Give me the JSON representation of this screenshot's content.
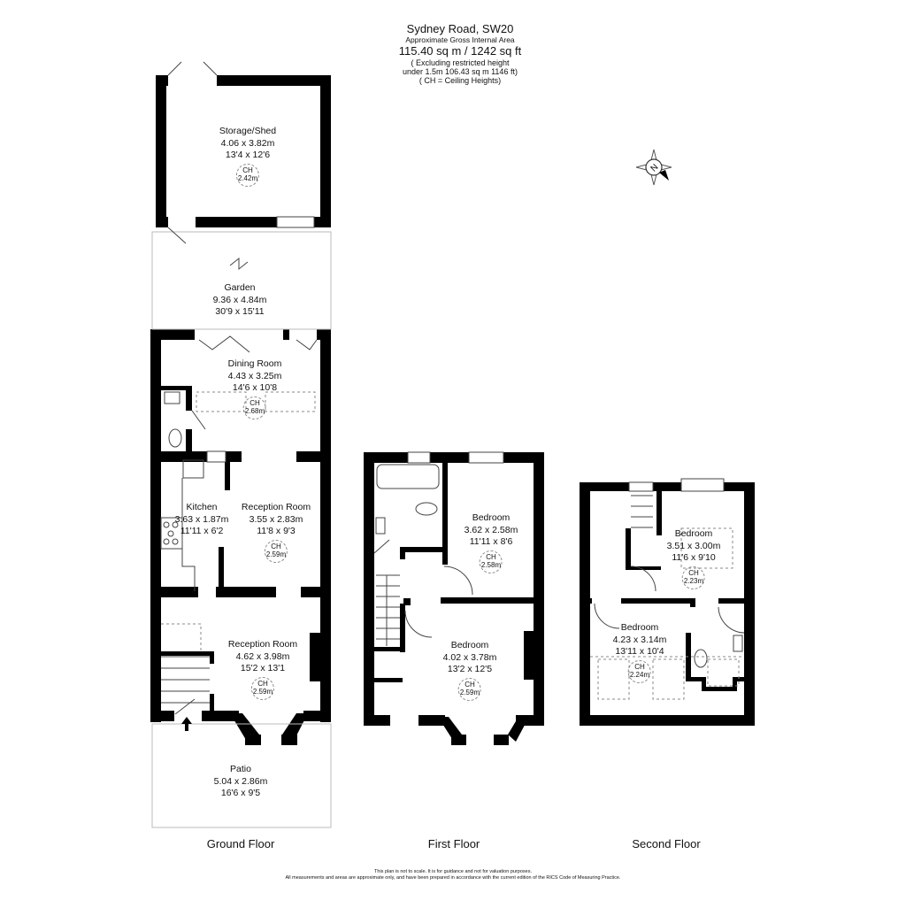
{
  "header": {
    "title": "Sydney Road, SW20",
    "subtitle": "Approximate Gross Internal Area",
    "total_area": "115.40 sq m / 1242 sq ft",
    "excluding_line1": "( Excluding restricted height",
    "excluding_line2": "under 1.5m 106.43 sq m 1146 ft)",
    "ch_note": "( CH = Ceiling Heights)"
  },
  "compass": {
    "icon": "north-compass-icon",
    "label": "N"
  },
  "floors": [
    {
      "name": "Ground Floor",
      "rooms": [
        {
          "name": "Storage/Shed",
          "metric": "4.06 x 3.82m",
          "imperial": "13'4 x 12'6",
          "ch_label": "CH",
          "ch": "2.42m"
        },
        {
          "name": "Garden",
          "metric": "9.36 x 4.84m",
          "imperial": "30'9 x 15'11"
        },
        {
          "name": "Dining Room",
          "metric": "4.43 x 3.25m",
          "imperial": "14'6 x 10'8",
          "ch_label": "CH",
          "ch": "2.68m"
        },
        {
          "name": "Kitchen",
          "metric": "3.63 x 1.87m",
          "imperial": "11'11 x 6'2"
        },
        {
          "name": "Reception Room",
          "metric": "3.55 x 2.83m",
          "imperial": "11'8 x 9'3",
          "ch_label": "CH",
          "ch": "2.59m"
        },
        {
          "name": "Reception Room",
          "metric": "4.62 x 3.98m",
          "imperial": "15'2 x 13'1",
          "ch_label": "CH",
          "ch": "2.59m"
        },
        {
          "name": "Patio",
          "metric": "5.04 x 2.86m",
          "imperial": "16'6 x 9'5"
        }
      ]
    },
    {
      "name": "First Floor",
      "rooms": [
        {
          "name": "Bedroom",
          "metric": "3.62 x 2.58m",
          "imperial": "11'11 x 8'6",
          "ch_label": "CH",
          "ch": "2.58m"
        },
        {
          "name": "Bedroom",
          "metric": "4.02 x 3.78m",
          "imperial": "13'2 x 12'5",
          "ch_label": "CH",
          "ch": "2.59m"
        }
      ]
    },
    {
      "name": "Second Floor",
      "rooms": [
        {
          "name": "Bedroom",
          "metric": "3.51 x 3.00m",
          "imperial": "11'6 x 9'10",
          "ch_label": "CH",
          "ch": "2.23m"
        },
        {
          "name": "Bedroom",
          "metric": "4.23 x 3.14m",
          "imperial": "13'11 x 10'4",
          "ch_label": "CH",
          "ch": "2.24m"
        }
      ]
    }
  ],
  "disclaimer": {
    "line1": "This plan is not to scale. It is for guidance and not for valuation purposes.",
    "line2": "All measurements and areas are approximate only, and have been prepared in accordance with the current edition of the RICS Code of Measuring Practice."
  },
  "colors": {
    "wall": "#000000",
    "fixture": "#555555",
    "background": "#ffffff",
    "outline": "#cccccc"
  }
}
